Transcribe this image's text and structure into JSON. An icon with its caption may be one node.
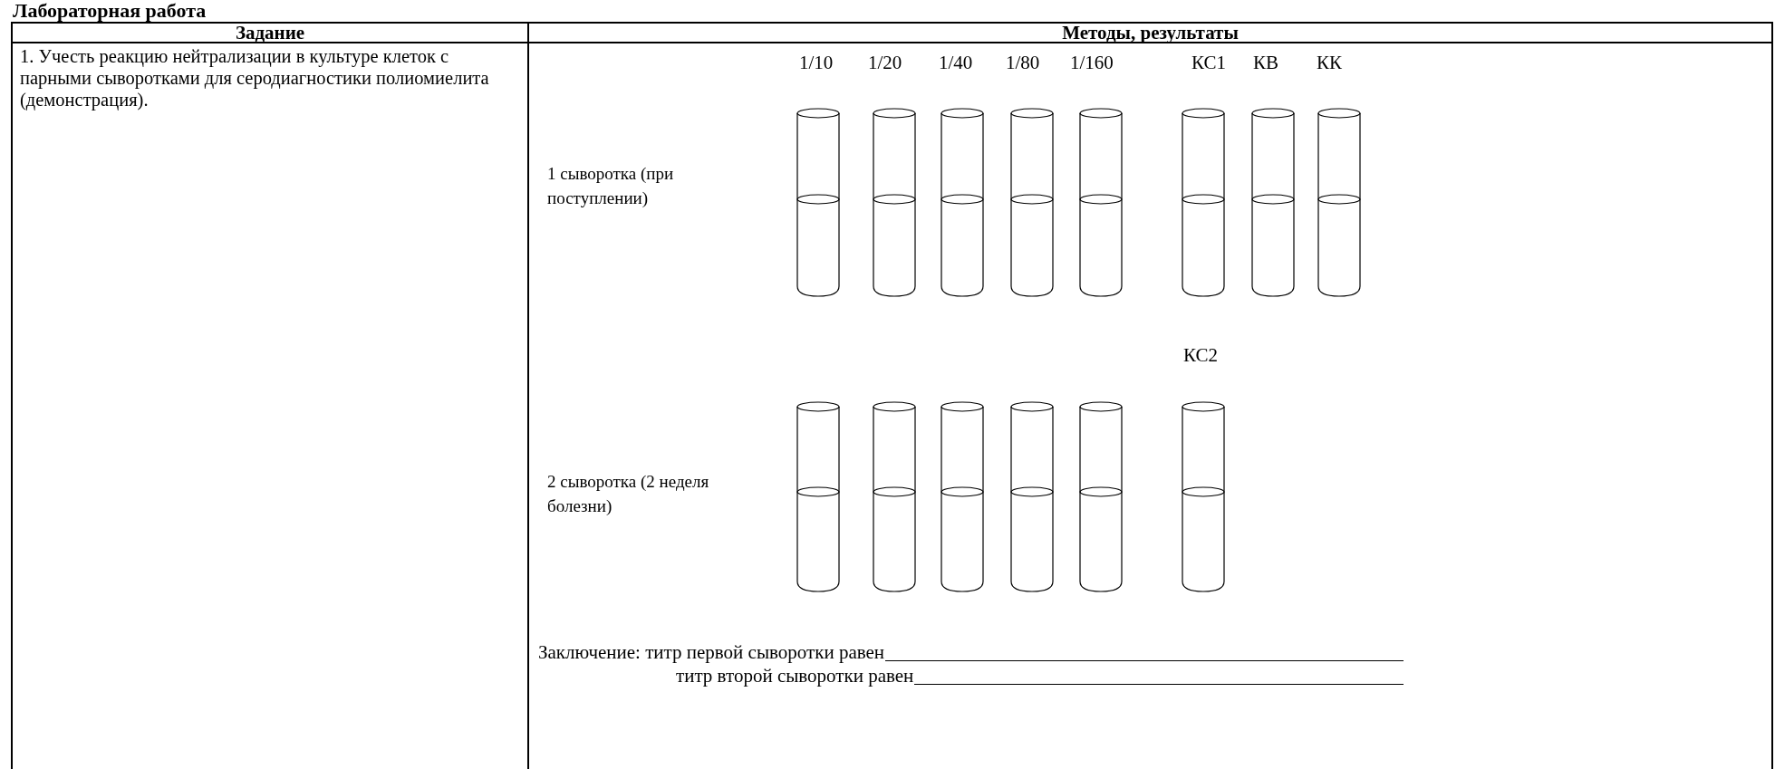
{
  "diagram": {
    "title": "Лабораторная работа",
    "labels": [
      "Задание",
      "Методы, результаты",
      "1. Учесть реакцию нейтрализации в культуре клеток с парными сыворотками для серодиагностики полиомиелита (демонстрация).",
      "1/10",
      "1/20",
      "1/40",
      "1/80",
      "1/160",
      "КС1",
      "КВ",
      "КК",
      "1 сыворотка (при поступлении)",
      "КС2",
      "2 сыворотка (2 неделя болезни)",
      "Заключение: титр первой сыворотки равен",
      "титр второй сыворотки равен"
    ]
  }
}
